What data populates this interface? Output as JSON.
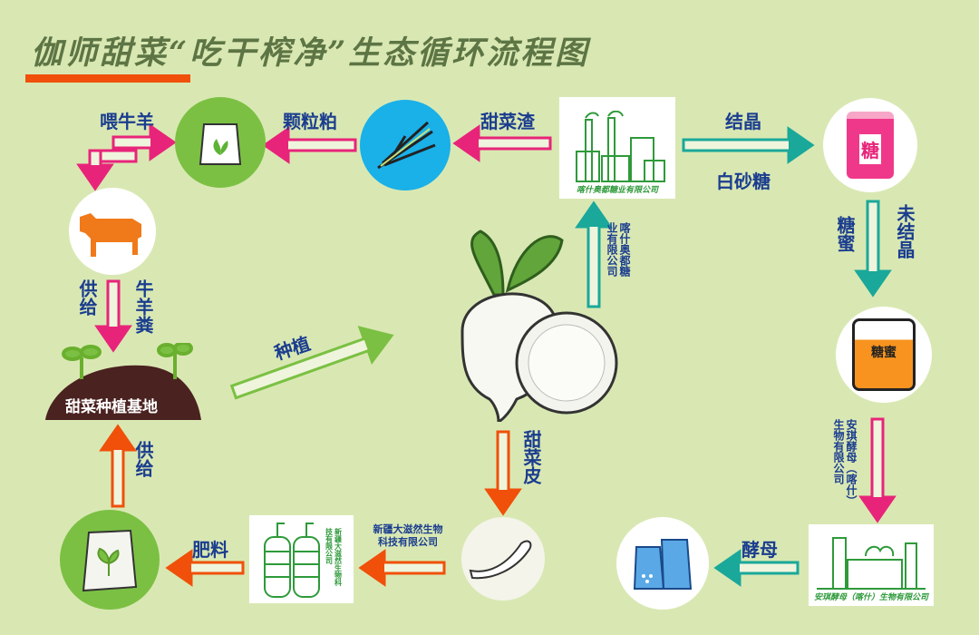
{
  "title": "伽师甜菜“吃干榨净”生态循环流程图",
  "colors": {
    "background": "#d9e8b3",
    "pink": "#e8247a",
    "teal": "#1aa89a",
    "orange": "#f0500a",
    "green": "#7bc043",
    "label": "#1b3d8f"
  },
  "labels": {
    "feed_cattle": "喂牛羊",
    "pellet_meal": "颗粒粕",
    "beet_pulp": "甜菜渣",
    "crystallize": "结晶",
    "white_sugar": "白砂糖",
    "molasses": "糖蜜",
    "uncrystallized": "未结晶",
    "supply_top": "供给",
    "manure": "牛羊粪",
    "planting": "种植",
    "supply_bottom": "供给",
    "fertilizer": "肥料",
    "beet_peel": "甜菜皮",
    "yeast": "酵母",
    "field": "甜菜种植基地",
    "sugar_jar": "糖",
    "molasses_jar": "糖蜜"
  },
  "companies": {
    "sugar_factory": "喀什奥都糖业有限公司",
    "sugar_factory_arrow": "喀什奥都糖业有限公司",
    "bio_tech": "新疆大滋然生物科技有限公司",
    "bio_tech_box": "新疆大滋然生物科技有限公司",
    "yeast_arrow": "安琪酵母（喀什）生物有限公司",
    "yeast_factory": "安琪酵母（喀什）生物有限公司"
  }
}
